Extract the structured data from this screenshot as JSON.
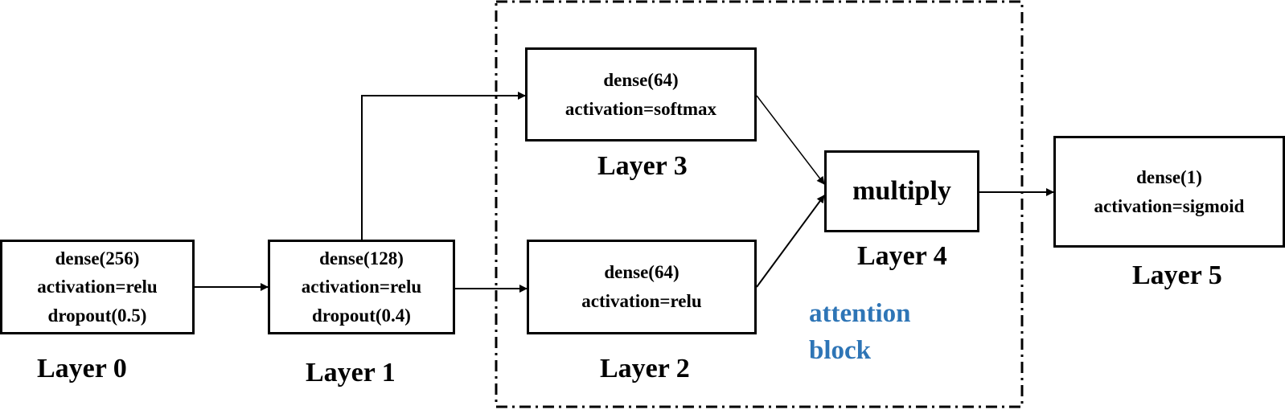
{
  "layers": [
    {
      "id": "layer0",
      "label": "Layer 0",
      "lines": [
        "dense(256)",
        "activation=relu",
        "dropout(0.5)"
      ]
    },
    {
      "id": "layer1",
      "label": "Layer 1",
      "lines": [
        "dense(128)",
        "activation=relu",
        "dropout(0.4)"
      ]
    },
    {
      "id": "layer2",
      "label": "Layer 2",
      "lines": [
        "dense(64)",
        "activation=relu"
      ]
    },
    {
      "id": "layer3",
      "label": "Layer 3",
      "lines": [
        "dense(64)",
        "activation=softmax"
      ]
    },
    {
      "id": "layer4",
      "label": "Layer 4",
      "lines": [
        "multiply"
      ]
    },
    {
      "id": "layer5",
      "label": "Layer 5",
      "lines": [
        "dense(1)",
        "activation=sigmoid"
      ]
    }
  ],
  "block_label": [
    "attention",
    "block"
  ],
  "colors": {
    "stroke": "#000000",
    "block_label": "#2e75b6"
  }
}
